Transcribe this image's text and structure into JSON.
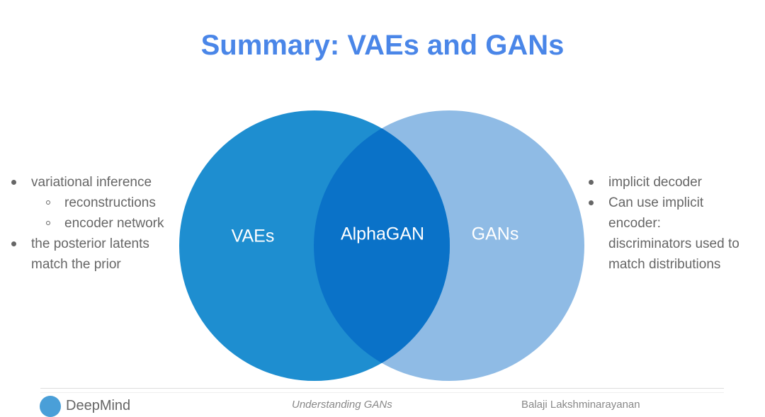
{
  "slide": {
    "title": "Summary: VAEs and GANs"
  },
  "venn": {
    "left_label": "VAEs",
    "center_label": "AlphaGAN",
    "right_label": "GANs",
    "colors": {
      "left": "#1e8ed0",
      "right": "#8fbbe5",
      "overlap": "#0a72c8"
    }
  },
  "left_list": {
    "item1": "variational inference",
    "sub1": "reconstructions",
    "sub2": "encoder network",
    "item2_line1": "the posterior latents",
    "item2_line2": "match the prior"
  },
  "right_list": {
    "item1": "implicit decoder",
    "item2_line1": "Can use implicit",
    "item2_line2": "encoder:",
    "item2_line3": "discriminators used to",
    "item2_line4": "match distributions"
  },
  "footer": {
    "logo_text": "DeepMind",
    "center": "Understanding GANs",
    "right": "Balaji Lakshminarayanan"
  }
}
